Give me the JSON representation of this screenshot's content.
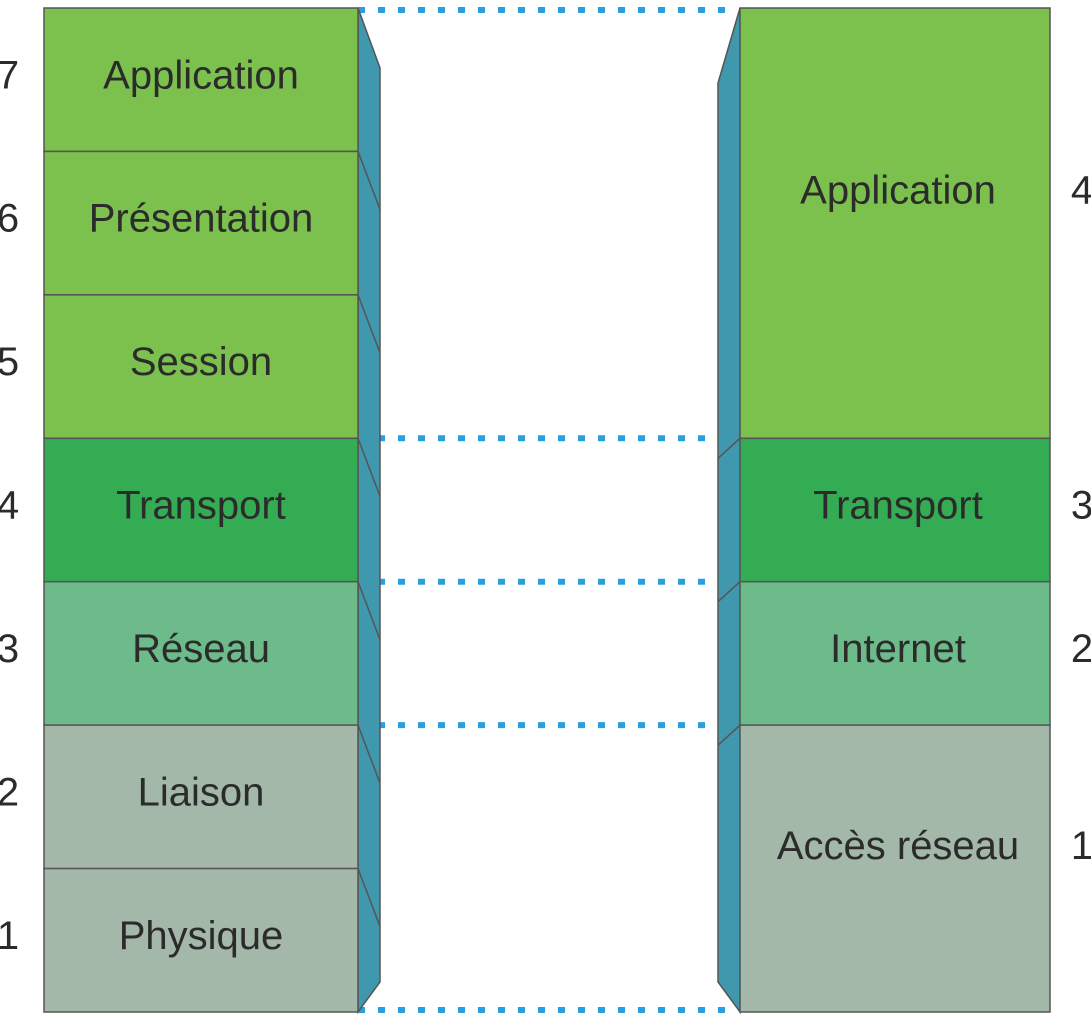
{
  "colors": {
    "upper": "#7cc04e",
    "transport": "#34ac53",
    "network": "#6dba8b",
    "lower": "#a3b8a8",
    "side": "#3f98ad",
    "border": "#555555",
    "connector": "#2b9fde"
  },
  "osi": {
    "layers": [
      {
        "number": "7",
        "label": "Application",
        "tone": "upper"
      },
      {
        "number": "6",
        "label": "Présentation",
        "tone": "upper"
      },
      {
        "number": "5",
        "label": "Session",
        "tone": "upper"
      },
      {
        "number": "4",
        "label": "Transport",
        "tone": "transport"
      },
      {
        "number": "3",
        "label": "Réseau",
        "tone": "network"
      },
      {
        "number": "2",
        "label": "Liaison",
        "tone": "lower"
      },
      {
        "number": "1",
        "label": "Physique",
        "tone": "lower"
      }
    ]
  },
  "tcpip": {
    "layers": [
      {
        "number": "4",
        "label": "Application",
        "tone": "upper",
        "spans": 3
      },
      {
        "number": "3",
        "label": "Transport",
        "tone": "transport",
        "spans": 1
      },
      {
        "number": "2",
        "label": "Internet",
        "tone": "network",
        "spans": 1
      },
      {
        "number": "1",
        "label": "Accès réseau",
        "tone": "lower",
        "spans": 2
      }
    ]
  }
}
